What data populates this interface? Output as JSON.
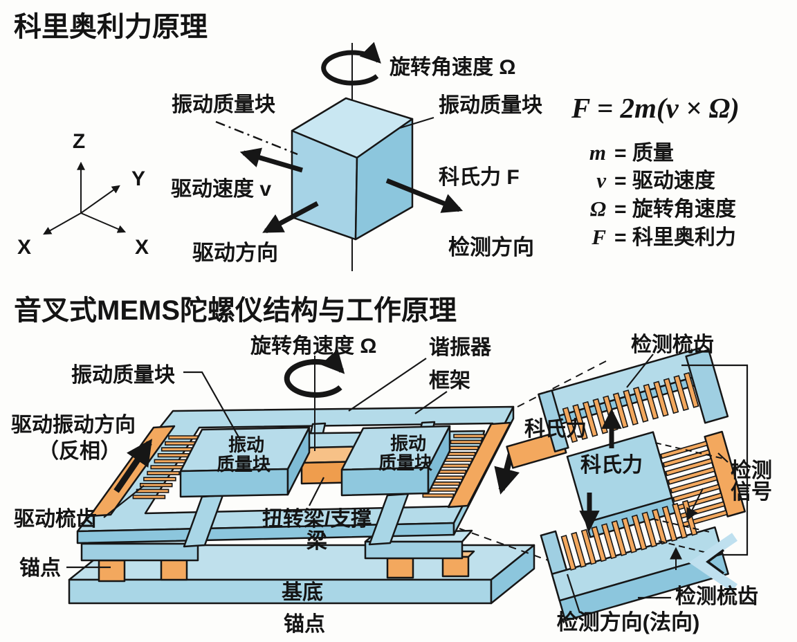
{
  "colors": {
    "device_blue": "#a9d6e6",
    "device_blue_light": "#c6e4f0",
    "device_blue_dark": "#8cc6dd",
    "device_orange": "#f3a85e",
    "outline": "#161616",
    "background": "#fdfdfb"
  },
  "s1": {
    "title": "科里奥利力原理",
    "axis": {
      "z": "Z",
      "y": "Y",
      "x1": "X",
      "x2": "X"
    },
    "labels": {
      "rotation": "旋转角速度 Ω",
      "mass_left": "振动质量块",
      "mass_right": "振动质量块",
      "drive_velocity": "驱动速度 v",
      "coriolis_force": "科氏力 F",
      "drive_direction": "驱动方向",
      "sense_direction": "检测方向"
    },
    "formula": "F = 2m(v × Ω)",
    "legend": [
      {
        "symbol": "m",
        "text": "= 质量"
      },
      {
        "symbol": "v",
        "text": "= 驱动速度"
      },
      {
        "symbol": "Ω",
        "text": "= 旋转角速度"
      },
      {
        "symbol": "F",
        "text": "= 科里奥利力"
      }
    ]
  },
  "s2": {
    "title": "音叉式MEMS陀螺仪结构与工作原理",
    "labels": {
      "rotation": "旋转角速度 Ω",
      "resonator": "谐振器",
      "frame": "框架",
      "mass_callout": "振动质量块",
      "drive_vibration_line1": "驱动振动方向",
      "drive_vibration_line2": "（反相）",
      "drive_comb": "驱动梳齿",
      "anchor_left": "锚点",
      "mass_left_1": "振动",
      "mass_left_2": "质量块",
      "mass_right_1": "振动",
      "mass_right_2": "质量块",
      "torsion_1": "扭转梁/支撑",
      "torsion_2": "梁",
      "substrate": "基底",
      "anchor_bottom": "锚点",
      "coriolis_left": "科氏力",
      "coriolis_center": "科氏力",
      "sense_comb_top": "检测梳齿",
      "sense_signal_1": "检测",
      "sense_signal_2": "信号",
      "sense_comb_bottom": "检测梳齿",
      "sense_direction": "检测方向(法向)"
    }
  }
}
